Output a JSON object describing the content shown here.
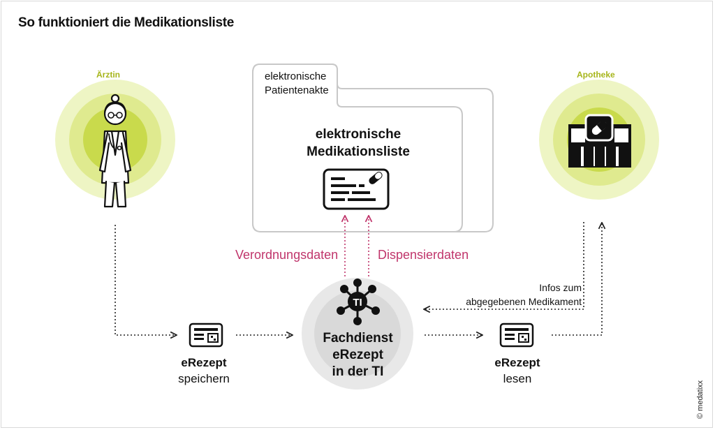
{
  "title": "So funktioniert die Medikationsliste",
  "roles": {
    "doctor": "Ärztin",
    "pharmacy": "Apotheke"
  },
  "epa": {
    "line1": "elektronische",
    "line2": "Patientenakte"
  },
  "eml": {
    "line1": "elektronische",
    "line2": "Medikationsliste"
  },
  "flows": {
    "prescription_data": "Verordnungsdaten",
    "dispensing_data": "Dispensierdaten",
    "info_line1": "Infos zum",
    "info_line2": "abgegebenen Medikament"
  },
  "service": {
    "badge": "TI",
    "line1": "Fachdienst",
    "line2": "eRezept",
    "line3": "in der TI"
  },
  "erezept_store": {
    "title": "eRezept",
    "action": "speichern"
  },
  "erezept_read": {
    "title": "eRezept",
    "action": "lesen"
  },
  "copyright": "© medatixx",
  "colors": {
    "accent_green": "#d4e157",
    "magenta": "#c0356b",
    "grey_circle": "#d6d6d6"
  },
  "icons": [
    "doctor-icon",
    "pharmacy-icon",
    "medication-card-icon",
    "erezept-card-icon",
    "ti-network-icon"
  ]
}
